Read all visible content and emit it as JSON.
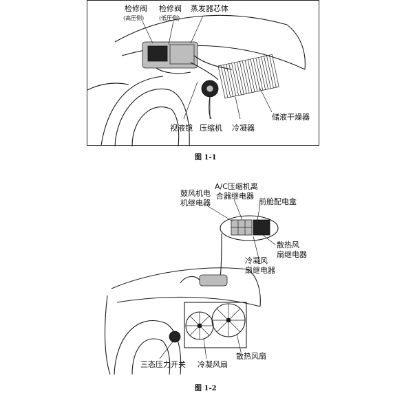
{
  "figure1": {
    "labels": {
      "service_valve_high": "检修阀",
      "service_valve_high_note": "(高压侧)",
      "service_valve_low": "检修阀",
      "service_valve_low_note": "(低压侧)",
      "evaporator_core": "蒸发器芯体",
      "sight_glass": "视液镜",
      "compressor": "压缩机",
      "condenser": "冷凝器",
      "receiver_drier": "储液干燥器"
    },
    "caption": "图 1-1"
  },
  "figure2": {
    "labels": {
      "blower_relay_l1": "鼓风机电",
      "blower_relay_l2": "机继电器",
      "ac_compressor_relay_l1": "A/C压缩机离",
      "ac_compressor_relay_l2": "合器继电器",
      "front_fuse_box": "前舱配电盒",
      "radiator_fan_relay_l1": "散热风",
      "radiator_fan_relay_l2": "扇继电器",
      "condenser_fan_relay_l1": "冷凝风",
      "condenser_fan_relay_l2": "扇继电器",
      "triple_pressure_switch": "三态压力开关",
      "condenser_fan": "冷凝风扇",
      "radiator_fan": "散热风扇"
    },
    "caption": "图 1-2"
  }
}
